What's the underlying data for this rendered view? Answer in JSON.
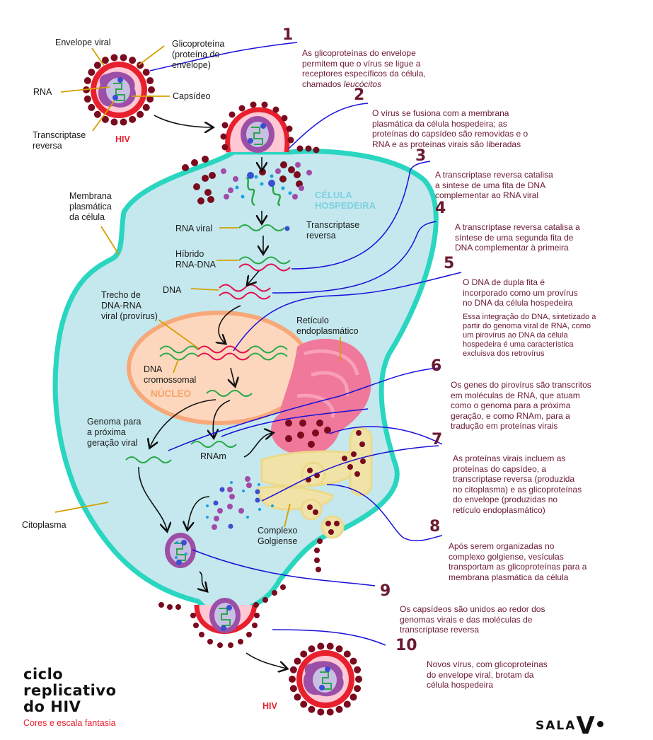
{
  "title": {
    "lines": "ciclo\nreplicativo\ndo HIV",
    "subtitle": "Cores e escala fantasia"
  },
  "brand": {
    "text": "SALA",
    "mark": "V"
  },
  "colors": {
    "cytoplasm": "#c4e8ee",
    "membrane": "#2ad6c0",
    "envelope": "#e8202e",
    "glycoprotein": "#7a0a1e",
    "capsid": "#9c4fa6",
    "capsid_inner": "#c8c0e4",
    "rna": "#29a84a",
    "dna": "#e0104e",
    "enzyme": "#3a4fd0",
    "nucleus": "#fdd7bd",
    "nucleus_border": "#f7a879",
    "er": "#f0789a",
    "golgi": "#f1e3a8",
    "leader_line": "#d4a000",
    "step_line": "#1a10d8",
    "step_text": "#6b1a30"
  },
  "virus_labels": {
    "envelope": "Envelope viral",
    "glycoprotein": "Glicoproteína\n(proteína do\nenvelope)",
    "rna": "RNA",
    "capsid": "Capsídeo",
    "rt": "Transcriptase\nreversa",
    "hiv": "HIV"
  },
  "cell_labels": {
    "host_cell": "CÉLULA\nHOSPEDEIRA",
    "membrane": "Membrana\nplasmática\nda célula",
    "viral_rna": "RNA viral",
    "rt": "Transcriptase\nreversa",
    "hybrid": "Híbrido\nRNA-DNA",
    "dna": "DNA",
    "provirus": "Trecho de\nDNA-RNA\nviral (provírus)",
    "er": "Retículo\nendoplasmático",
    "chrom_dna": "DNA\ncromossomal",
    "nucleus": "NÚCLEO",
    "genome_next": "Genoma para\na próxima\ngeração viral",
    "mrna": "RNAm",
    "cytoplasm": "Citoplasma",
    "golgi": "Complexo\nGolgiense",
    "hiv_bottom": "HIV"
  },
  "steps": [
    {
      "num": "1",
      "text": "As glicoproteínas do envelope\npermitem  que o vírus se ligue a\nreceptores específicos da célula,\nchamados ",
      "italic": "leucócitos"
    },
    {
      "num": "2",
      "text": "O vírus se fusiona com a membrana\nplasmática da célula hospedeira; as\nproteínas do capsídeo são removidas e o\nRNA e as proteínas virais são liberadas"
    },
    {
      "num": "3",
      "text": "A transcriptase reversa catalisa\na sintese de uma fita de DNA\ncomplementar ao RNA viral"
    },
    {
      "num": "4",
      "text": "A transcriptase reversa catalisa a\nsíntese de uma segunda fita de\nDNA complementar à primeira"
    },
    {
      "num": "5",
      "text": "O DNA de dupla fita é\nincorporado como um provírus\nno DNA da célula hospedeira",
      "note": "Essa integração do DNA, sintetizado a\npartir do genoma viral de RNA, como\num pirovírus ao DNA da célula\nhospedeira é uma característica\nexcluisva dos retrovírus"
    },
    {
      "num": "6",
      "text": "Os genes do pirovírus são transcritos\nem moléculas de RNA, que atuam\ncomo o genoma para a próxima\ngeração, e como RNAm, para a\ntradução em proteínas virais"
    },
    {
      "num": "7",
      "text": "As proteínas virais incluem as\nproteínas do capsídeo, a\ntranscriptase reversa (produzida\nno citoplasma) e as glicoproteínas\ndo envelope (produzidas no\nretículo endoplasmático)"
    },
    {
      "num": "8",
      "text": "Após serem organizadas no\ncomplexo golgiense, vesículas\ntransportam as glicoproteínas para a\nmembrana plasmática da célula"
    },
    {
      "num": "9",
      "text": "Os capsídeos são unidos ao redor dos\ngenomas virais e das moléculas de\ntranscriptase reversa"
    },
    {
      "num": "10",
      "text": "Novos vírus, com glicoproteínas\ndo envelope viral, brotam da\ncélula hospedeira"
    }
  ]
}
